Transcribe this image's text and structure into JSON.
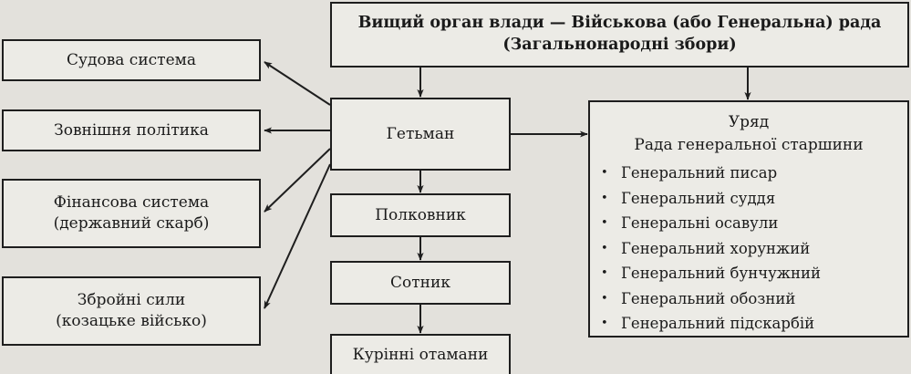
{
  "supreme": {
    "line1": "Вищий орган влади — Військова (або Генеральна) рада",
    "line2": "(Загальнонародні збори)"
  },
  "hetman": "Гетьман",
  "colonel": "Полковник",
  "sotnyk": "Сотник",
  "kurin_otamany": "Курінні отамани",
  "left_boxes": {
    "court": "Судова система",
    "foreign": "Зовнішня політика",
    "finance_line1": "Фінансова система",
    "finance_line2": "(державний скарб)",
    "army_line1": "Збройні сили",
    "army_line2": "(козацьке військо)"
  },
  "government": {
    "title_line1": "Уряд",
    "title_line2": "Рада генеральної старшини",
    "bullet": "•",
    "members": [
      "Генеральний писар",
      "Генеральний суддя",
      "Генеральні осавули",
      "Генеральний хорунжий",
      "Генеральний бунчужний",
      "Генеральний обозний",
      "Генеральний підскарбій"
    ]
  }
}
